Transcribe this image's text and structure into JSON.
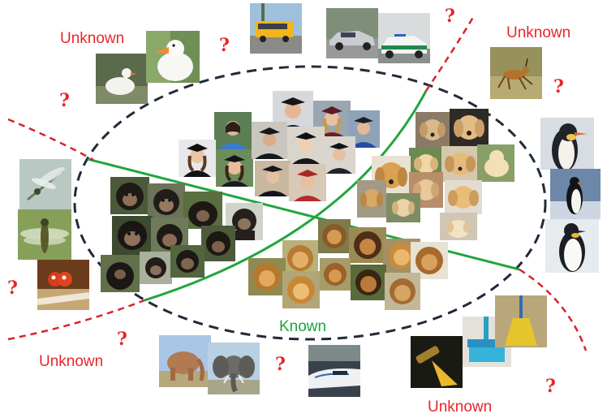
{
  "labels": {
    "known": "Known",
    "unknown": "Unknown"
  },
  "question_mark": "?",
  "colors": {
    "unknown_text": "#e8262b",
    "known_text": "#1ca33d",
    "question": "#e8262b",
    "ellipse": "#222a3a",
    "boundary_known": "#22a53e",
    "boundary_unknown": "#d9232a"
  },
  "groups": {
    "known": [
      "graduates",
      "chimpanzees",
      "dogs",
      "lions"
    ],
    "unknown": [
      "geese",
      "vehicles",
      "gazelle",
      "penguins",
      "dragonflies",
      "elephants",
      "bullet-train",
      "brooms"
    ]
  }
}
